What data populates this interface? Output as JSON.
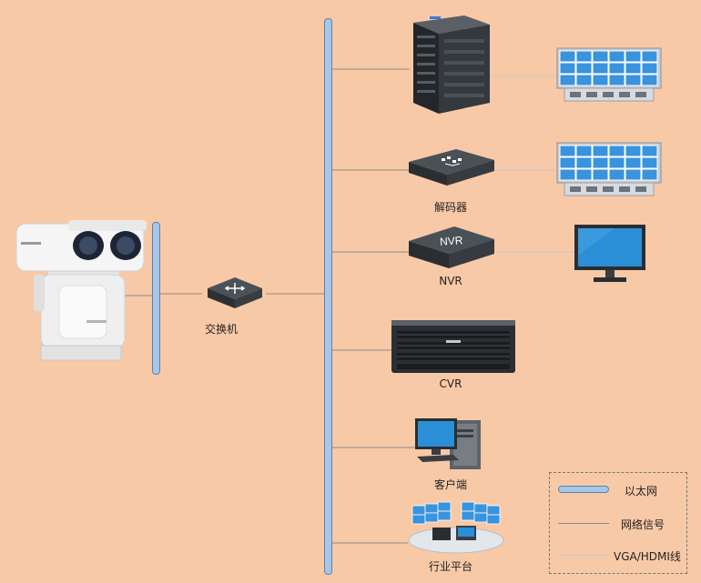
{
  "labels": {
    "switch": "交换机",
    "decoder": "解码器",
    "nvr": "NVR",
    "cvr": "CVR",
    "client": "客户端",
    "platform": "行业平台",
    "nvr_box_text": "NVR"
  },
  "legend": {
    "ethernet": "以太网",
    "network_signal": "网络信号",
    "vga_hdmi": "VGA/HDMI线"
  },
  "colors": {
    "background": "#f8c9a7",
    "ethernet_bar": "#a9c6e6",
    "ethernet_bar_border": "#5a82b4",
    "signal_line": "#888888",
    "device_dark": "#2f3438",
    "monitor_blue": "#2a8fd6"
  },
  "icons": {
    "camera": "ptz-dual-camera-icon",
    "switch": "network-switch-icon",
    "server": "server-rack-icon",
    "videowall": "video-wall-icon",
    "decoder": "decoder-icon",
    "nvr": "nvr-icon",
    "monitor": "monitor-icon",
    "cvr": "cvr-storage-icon",
    "client": "client-pc-icon",
    "platform": "platform-workstation-icon"
  }
}
